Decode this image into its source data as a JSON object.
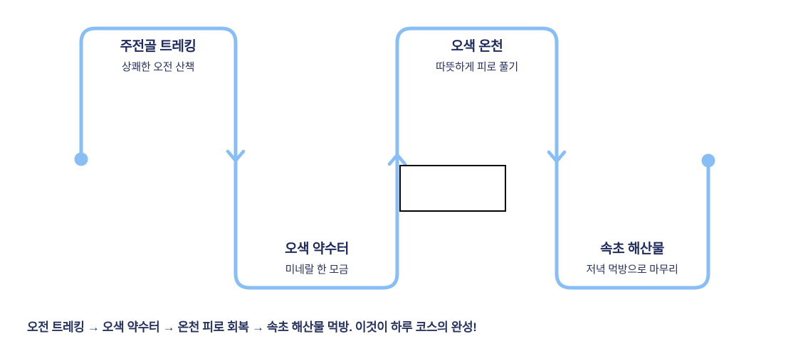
{
  "diagram": {
    "stops": [
      {
        "title": "주전골 트레킹",
        "subtitle": "상쾌한 오전 산책"
      },
      {
        "title": "오색 약수터",
        "subtitle": "미네랄 한 모금"
      },
      {
        "title": "오색 온천",
        "subtitle": "따뜻하게 피로 풀기"
      },
      {
        "title": "속초 해산물",
        "subtitle": "저녁 먹방으로 마무리"
      }
    ],
    "summary": "오전 트레킹 → 오색 약수터 → 온천 피로 회복 → 속초 해산물 먹방. 이것이 하루 코스의 완성!",
    "colors": {
      "path": "#87BEF5",
      "title_text": "#1e2a5e",
      "subtitle_text": "#27335f",
      "summary_text": "#27335f",
      "box_border": "#000000"
    }
  }
}
